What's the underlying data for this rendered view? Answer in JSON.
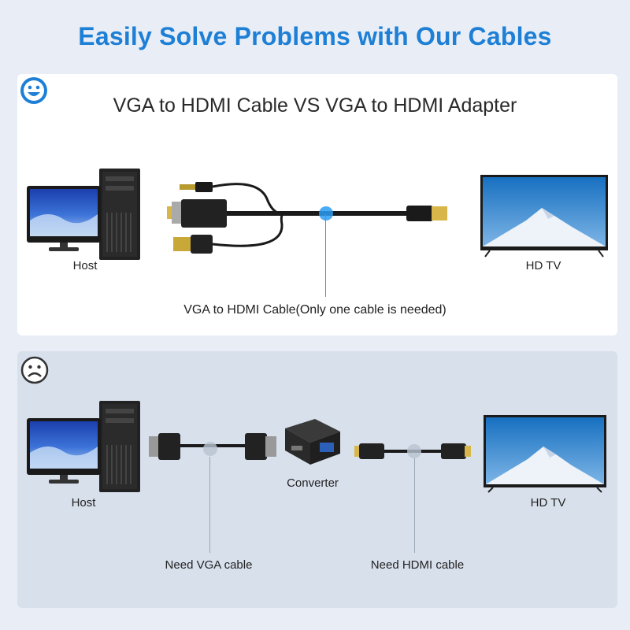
{
  "headline": "Easily Solve Problems with Our Cables",
  "top_panel": {
    "title": "VGA to HDMI Cable VS VGA to HDMI Adapter",
    "host_label": "Host",
    "tv_label": "HD TV",
    "cable_caption": "VGA to HDMI Cable(Only one cable is needed)",
    "status_icon": "happy-face-icon"
  },
  "bottom_panel": {
    "host_label": "Host",
    "tv_label": "HD TV",
    "converter_label": "Converter",
    "vga_caption": "Need VGA cable",
    "hdmi_caption": "Need HDMI cable",
    "status_icon": "sad-face-icon"
  },
  "colors": {
    "accent": "#1e7fd6",
    "highlight": "#2b9cf2",
    "panel_top_bg": "#ffffff",
    "panel_bottom_bg": "#d8e0ec"
  }
}
